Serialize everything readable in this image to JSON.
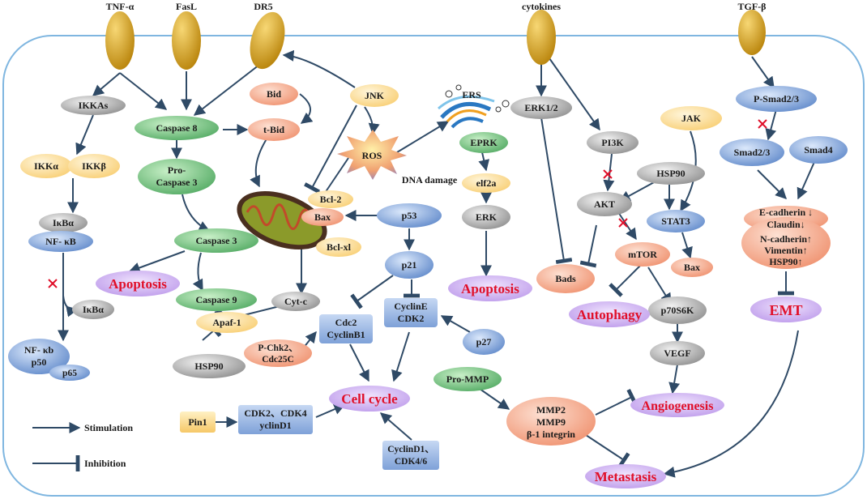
{
  "receptors": {
    "tnf": "TNF-α",
    "fasl": "FasL",
    "dr5": "DR5",
    "cytokines": "cytokines",
    "tgf": "TGF-β"
  },
  "nodes": {
    "ikkas": "IKKAs",
    "ikka": "IKKα",
    "ikkb": "IKKβ",
    "ikba1": "IκBα",
    "nfkb": "NF- κB",
    "ikba2": "IκBα",
    "nfkb_p50_l1": "NF- κb",
    "nfkb_p50_l2": "p50",
    "p65": "p65",
    "casp8": "Caspase 8",
    "procasp3_l1": "Pro-",
    "procasp3_l2": "Caspase 3",
    "casp3": "Caspase 3",
    "casp9": "Caspase 9",
    "apaf1": "Apaf-1",
    "hsp90_left": "HSP90",
    "bid": "Bid",
    "tbid": "t-Bid",
    "jnk": "JNK",
    "ros": "ROS",
    "bcl2": "Bcl-2",
    "bax_mito": "Bax",
    "bclxl": "Bcl-xl",
    "cytc": "Cyt-c",
    "dna_damage": "DNA damage",
    "p53": "p53",
    "p21": "p21",
    "cdc2_l1": "Cdc2",
    "cdc2_l2": "CyclinB1",
    "pchk2_l1": "P-Chk2、",
    "pchk2_l2": "Cdc25C",
    "cycline_l1": "CyclinE",
    "cycline_l2": "CDK2",
    "p27": "p27",
    "pin1": "Pin1",
    "cdk24_l1": "CDK2、CDK4",
    "cdk24_l2": "yclinD1",
    "cyclind_l1": "CyclinD1、",
    "cyclind_l2": "CDK4/6",
    "ers": "ERS",
    "eprk": "EPRK",
    "elf2a": "elf2a",
    "erk": "ERK",
    "erk12": "ERK1/2",
    "pi3k": "PI3K",
    "akt": "AKT",
    "hsp90_right": "HSP90",
    "jak": "JAK",
    "stat3": "STAT3",
    "mtor": "mTOR",
    "bax_right": "Bax",
    "bads": "Bads",
    "p70s6k": "p70S6K",
    "vegf": "VEGF",
    "promm": "Pro-MMP",
    "mmp_l1": "MMP2",
    "mmp_l2": "MMP9",
    "mmp_l3": "β-1 integrin",
    "psmad": "P-Smad2/3",
    "smad23": "Smad2/3",
    "smad4": "Smad4",
    "emt_l1": "E-cadherin ↓",
    "emt_l2": "Claudin↓",
    "emt_l3": "N-cadherin↑",
    "emt_l4": "Vimentin↑",
    "emt_l5": "HSP90↑"
  },
  "outcomes": {
    "apoptosis_left": "Apoptosis",
    "apoptosis_mid": "Apoptosis",
    "cell_cycle": "Cell cycle",
    "autophagy": "Autophagy",
    "angiogenesis": "Angiogenesis",
    "metastasis": "Metastasis",
    "emt": "EMT"
  },
  "legend": {
    "stimulation": "Stimulation",
    "inhibition": "Inhibition"
  },
  "colors": {
    "membrane": "#7fb6e0",
    "receptor": "#d69a12",
    "green": "#5eb86a",
    "gray": "#9e9e9e",
    "salmon": "#f29a7a",
    "yellow": "#fbd98a",
    "blue": "#6e98d6",
    "outcome_cloud": "#c7a8ee",
    "outcome_text": "#e0102a",
    "block_mark": "#e0102a"
  }
}
